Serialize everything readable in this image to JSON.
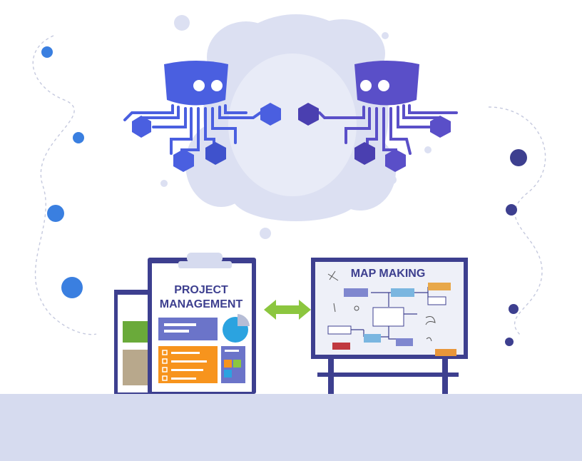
{
  "clipboard": {
    "title_line1": "PROJECT",
    "title_line2": "MANAGEMENT"
  },
  "whiteboard": {
    "title": "MAP MAKING"
  },
  "colors": {
    "robot_left": "#4a5fe0",
    "robot_right": "#5a4fc8",
    "cloud": "#dce0f2",
    "ground": "#d6dbef",
    "clipboard_frame": "#3d3f8f",
    "arrow": "#8cc63f",
    "orange": "#f7941d",
    "pie": "#2ba3e0"
  },
  "icons": [
    "robot-icon",
    "cube-icon",
    "clipboard-icon",
    "whiteboard-icon",
    "double-arrow-icon",
    "pie-chart-icon",
    "checkbox-icon"
  ]
}
